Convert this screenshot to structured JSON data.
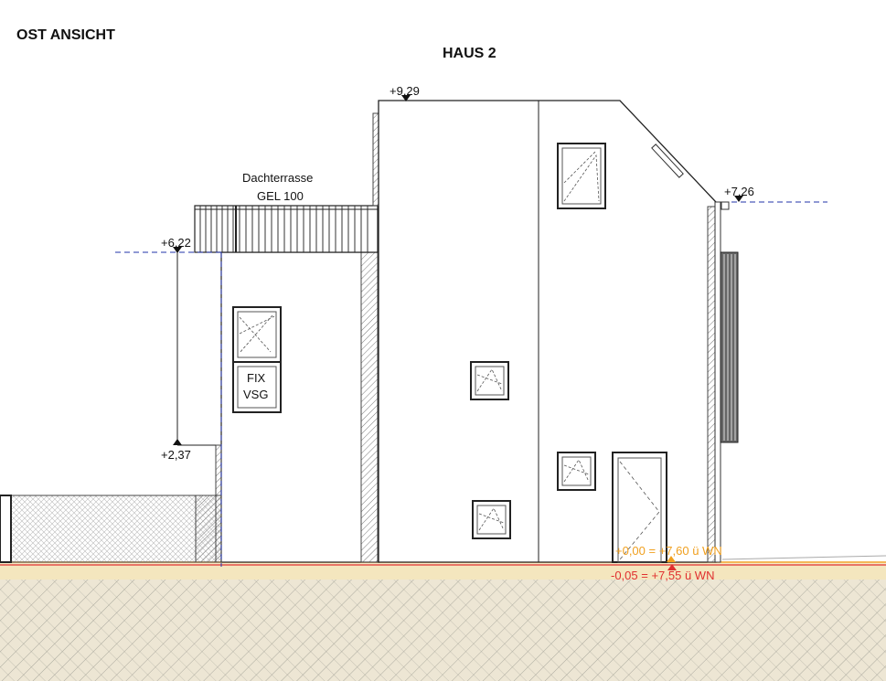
{
  "drawing": {
    "view_title": "OST ANSICHT",
    "house_title": "HAUS 2"
  },
  "levels": {
    "ridge": "+9,29",
    "eave": "+7,26",
    "terrace": "+6,22",
    "low": "+2,37",
    "floor": "+0,00 = +7,60 ü WN",
    "ground": "-0,05 = +7,55 ü WN"
  },
  "terrace": {
    "line1": "Dachterrasse",
    "line2": "GEL 100"
  },
  "window_fix": {
    "line1": "FIX",
    "line2": "VSG"
  },
  "colors": {
    "line": "#222222",
    "guide_blue": "#2233aa",
    "floor_orange": "#f0a020",
    "ground_red": "#e03030",
    "ground_fill": "#ede6d4"
  }
}
